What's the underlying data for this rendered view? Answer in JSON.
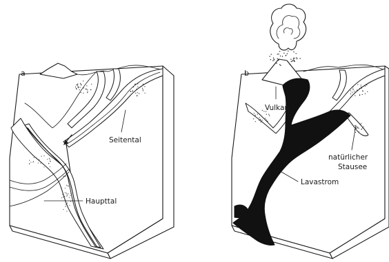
{
  "panel_a": {
    "letter": "a",
    "labels": {
      "side_valley": "Seitental",
      "main_valley": "Haupttal"
    }
  },
  "panel_b": {
    "letter": "b",
    "labels": {
      "volcano": "Vulkan",
      "lava_flow": "Lavastrom",
      "natural_lake_line1": "natürlicher",
      "natural_lake_line2": "Stausee"
    }
  },
  "colors": {
    "ink": "#1a1a1a",
    "lava": "#111111",
    "background": "#ffffff"
  }
}
